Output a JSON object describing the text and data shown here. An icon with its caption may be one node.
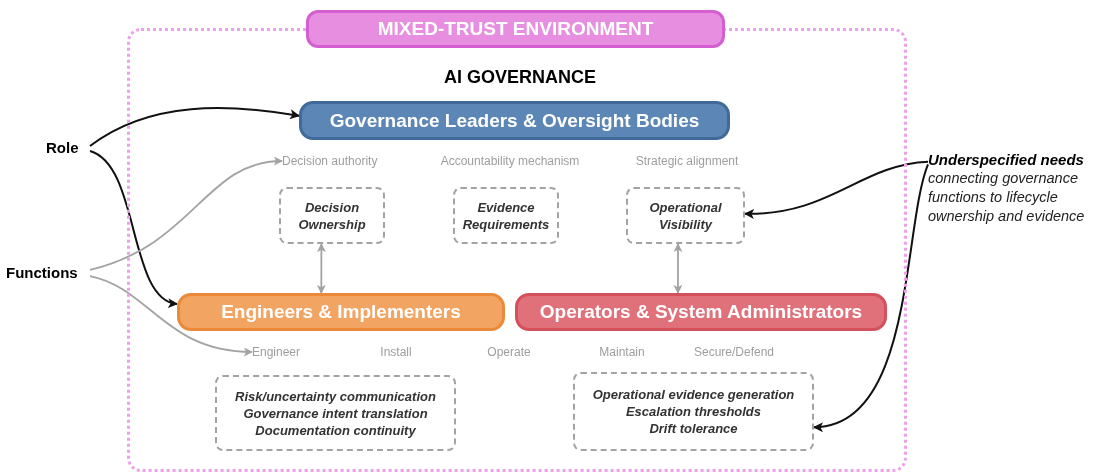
{
  "diagram": {
    "nodes": [
      {
        "text": [
          "MIXED-TRUST ENVIRONMENT",
          "AI GOVERNANCE"
        ]
      },
      {
        "text": [
          "Governance Leaders & Oversight Bodies"
        ],
        "in": 0
      },
      {
        "text": [
          "Decision authority"
        ],
        "in": 0
      },
      {
        "text": [
          "Decision Ownership"
        ],
        "in": 0
      },
      {
        "text": [
          "Evidence Requirements"
        ],
        "in": 0
      },
      {
        "text": [
          "Operational Visibility"
        ],
        "in": 0
      },
      {
        "text": [
          "Engineers & Implementers"
        ],
        "in": 0
      },
      {
        "text": [
          "Operators & System Administrators"
        ],
        "in": 0
      },
      {
        "text": [
          "Engineer"
        ],
        "in": 0
      },
      {
        "text": [
          "Risk/uncertainty communication",
          "Governance intent translation",
          "Documentation continuity"
        ],
        "in": 0
      },
      {
        "text": [
          "Operational evidence generation",
          "Escalation thresholds",
          "Drift tolerance"
        ],
        "in": 0
      },
      {
        "text": [
          "Role"
        ]
      },
      {
        "text": [
          "Functions"
        ]
      },
      {
        "text": [
          "Underspecified needs",
          "connecting governance functions to lifecycle ownership and evidence"
        ]
      }
    ],
    "edges": [
      {
        "from": 11,
        "to": 1,
        "arrow": "to"
      },
      {
        "from": 11,
        "to": 6,
        "arrow": "to"
      },
      {
        "from": 12,
        "to": 2,
        "arrow": "to",
        "color": "#a3a3a3"
      },
      {
        "from": 12,
        "to": 8,
        "arrow": "to",
        "color": "#a3a3a3"
      },
      {
        "from": 13,
        "to": 5,
        "arrow": "to"
      },
      {
        "from": 13,
        "to": 10,
        "arrow": "to"
      },
      {
        "from": 3,
        "to": 6,
        "arrow": "both",
        "color": "#a3a3a3"
      },
      {
        "from": 5,
        "to": 7,
        "arrow": "both",
        "color": "#a3a3a3"
      }
    ],
    "labels": [
      "Accountability mechanism",
      "Strategic alignment",
      "Install",
      "Operate",
      "Maintain",
      "Secure/Defend"
    ]
  }
}
